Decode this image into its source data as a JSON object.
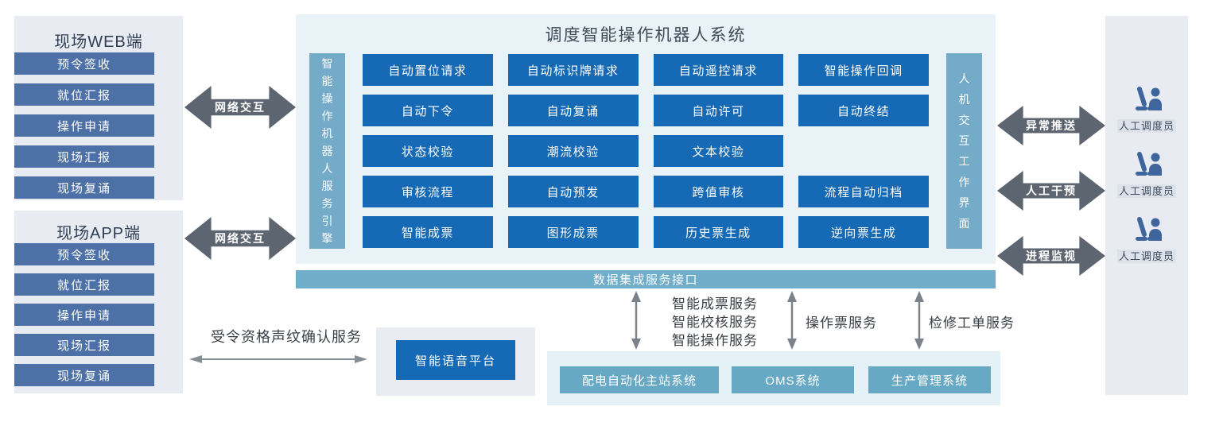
{
  "colors": {
    "module_blue": "#1669b4",
    "panel_item_blue": "#4d71a6",
    "steel_blue": "#6fadca",
    "arrow_gray": "#5d6570",
    "icon_blue": "#3f669c",
    "side_panel_bg": "#e8ebf2",
    "main_panel_bg": "#e9f2f7",
    "external_panel_bg": "#e4f1f6"
  },
  "web_panel": {
    "title": "现场WEB端",
    "items": [
      "预令签收",
      "就位汇报",
      "操作申请",
      "现场汇报",
      "现场复诵"
    ]
  },
  "app_panel": {
    "title": "现场APP端",
    "items": [
      "预令签收",
      "就位汇报",
      "操作申请",
      "现场汇报",
      "现场复诵"
    ]
  },
  "network_arrows": {
    "web": "网络交互",
    "app": "网络交互"
  },
  "main_system": {
    "title": "调度智能操作机器人系统",
    "engine_bar": "智能操作机器人服务引擎",
    "hmi_bar": "人机交互工作界面",
    "modules": [
      [
        "自动置位请求",
        "自动标识牌请求",
        "自动遥控请求",
        "智能操作回调"
      ],
      [
        "自动下令",
        "自动复诵",
        "自动许可",
        "自动终结"
      ],
      [
        "状态校验",
        "潮流校验",
        "文本校验",
        ""
      ],
      [
        "审核流程",
        "自动预发",
        "跨值审核",
        "流程自动归档"
      ],
      [
        "智能成票",
        "图形成票",
        "历史票生成",
        "逆向票生成"
      ]
    ]
  },
  "data_bus": {
    "label": "数据集成服务接口"
  },
  "voice": {
    "service_label": "受令资格声纹确认服务",
    "platform_label": "智能语音平台"
  },
  "services": {
    "stacked": [
      "智能成票服务",
      "智能校核服务",
      "智能操作服务"
    ],
    "operation_ticket": "操作票服务",
    "maintenance_order": "检修工单服务"
  },
  "external_systems": [
    "配电自动化主站系统",
    "OMS系统",
    "生产管理系统"
  ],
  "right_section": {
    "arrows": [
      "异常推送",
      "人工干预",
      "进程监视"
    ],
    "dispatcher_label": "人工调度员"
  }
}
